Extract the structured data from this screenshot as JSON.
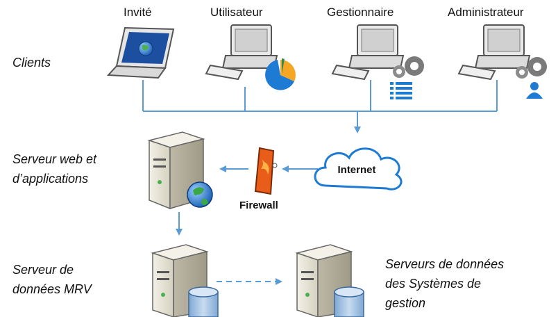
{
  "clients": {
    "roles": [
      "Invité",
      "Utilisateur",
      "Gestionnaire",
      "Administrateur"
    ]
  },
  "tiers": {
    "clients": "Clients",
    "web_server": [
      "Serveur web et",
      "d’applications"
    ],
    "mrv_server": [
      "Serveur de",
      "données MRV"
    ],
    "mgmt_servers": [
      "Serveurs de données",
      "des Systèmes de",
      "gestion"
    ]
  },
  "network": {
    "internet": "Internet",
    "firewall": "Firewall"
  },
  "colors": {
    "connector": "#5b9bd5",
    "server_body": "#e8e6d8",
    "database": "#a9c6e6"
  }
}
